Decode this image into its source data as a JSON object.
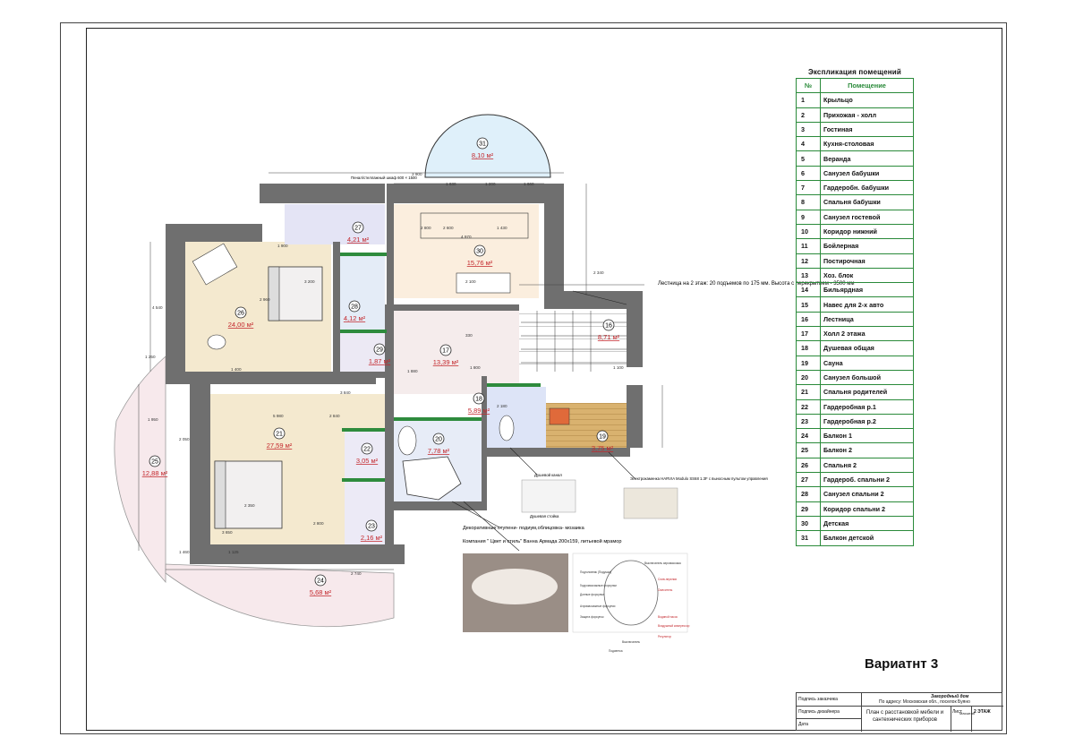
{
  "legend": {
    "title": "Экспликация помещений",
    "header_num": "№",
    "header_room": "Помещение",
    "rooms": [
      {
        "num": "1",
        "name": "Крыльцо"
      },
      {
        "num": "2",
        "name": "Прихожая - холл"
      },
      {
        "num": "3",
        "name": "Гостиная"
      },
      {
        "num": "4",
        "name": "Кухня-столовая"
      },
      {
        "num": "5",
        "name": "Веранда"
      },
      {
        "num": "6",
        "name": "Санузел бабушки"
      },
      {
        "num": "7",
        "name": "Гардеробн. бабушки"
      },
      {
        "num": "8",
        "name": "Спальня бабушки"
      },
      {
        "num": "9",
        "name": "Санузел гостевой"
      },
      {
        "num": "10",
        "name": "Коридор нижний"
      },
      {
        "num": "11",
        "name": "Бойлерная"
      },
      {
        "num": "12",
        "name": "Постирочная"
      },
      {
        "num": "13",
        "name": "Хоз. блок"
      },
      {
        "num": "14",
        "name": "Бильярдная"
      },
      {
        "num": "15",
        "name": "Навес для 2-х авто"
      },
      {
        "num": "16",
        "name": "Лестница"
      },
      {
        "num": "17",
        "name": "Холл 2 этажа"
      },
      {
        "num": "18",
        "name": "Душевая общая"
      },
      {
        "num": "19",
        "name": "Сауна"
      },
      {
        "num": "20",
        "name": "Санузел большой"
      },
      {
        "num": "21",
        "name": "Спальня  родителей"
      },
      {
        "num": "22",
        "name": "Гардеробная  р.1"
      },
      {
        "num": "23",
        "name": "Гардеробная  р.2"
      },
      {
        "num": "24",
        "name": "Балкон 1"
      },
      {
        "num": "25",
        "name": "Балкон 2"
      },
      {
        "num": "26",
        "name": "Спальня  2"
      },
      {
        "num": "27",
        "name": "Гардероб. спальни 2"
      },
      {
        "num": "28",
        "name": "Санузел спальни 2"
      },
      {
        "num": "29",
        "name": "Коридор спальни 2"
      },
      {
        "num": "30",
        "name": "Детская"
      },
      {
        "num": "31",
        "name": "Балкон детской"
      }
    ]
  },
  "variant_label": "Вариатнт 3",
  "plan": {
    "rooms": [
      {
        "num": "31",
        "area": "8,10 м²"
      },
      {
        "num": "30",
        "area": "15,76 м²"
      },
      {
        "num": "27",
        "area": "4,21 м²"
      },
      {
        "num": "28",
        "area": "4,12 м²"
      },
      {
        "num": "26",
        "area": "24,00 м²"
      },
      {
        "num": "29",
        "area": "1,87 м²"
      },
      {
        "num": "17",
        "area": "13,39 м²"
      },
      {
        "num": "16",
        "area": "8,71 м²"
      },
      {
        "num": "18",
        "area": "5,89 м²"
      },
      {
        "num": "19",
        "area": "3,75 м²"
      },
      {
        "num": "20",
        "area": "7,78 м²"
      },
      {
        "num": "21",
        "area": "27,59 м²"
      },
      {
        "num": "22",
        "area": "3,05 м²"
      },
      {
        "num": "23",
        "area": "2,16 м²"
      },
      {
        "num": "25",
        "area": "12,88 м²"
      },
      {
        "num": "24",
        "area": "5,68 м²"
      }
    ],
    "stair_note": "Лестница на 2 этаж: 20 подъемов по 175 мм. Высота с перекрытием - 3500 мм",
    "steps_note": "Декоративные ступени- подиум,облицовка- мозаика",
    "bath_note": "Компания \" Цвет и стиль\" Ванна  Армада 200х159, литьевой мрамор",
    "sauna_note": "Электрокаменка HARVIA Modulo SS68 1.3F с выносным пультом управления",
    "shower_note": "Душевой канал",
    "shower_rack": "Душевая стойка",
    "tall_cabinet": "Пенал/стеллажный шкаф 600 × 1500",
    "bath_labels": [
      "Подголовник (Подушка)",
      "Выключатель аэромассажа",
      "Гидромассажные форсунки",
      "Донные форсунки",
      "Аэромассажные форсунки",
      "Защита форсунок",
      "Слив-перелив",
      "Смеситель",
      "Водяной насос",
      "Воздушный компрессор",
      "Регулятор",
      "Выключатель",
      "Подсветка"
    ],
    "dims": [
      "3 900",
      "1 630",
      "1 200",
      "1 660",
      "2 800",
      "1 430",
      "4 970",
      "2 600",
      "2 100",
      "2 340",
      "1 900",
      "3 200",
      "2 350",
      "2 840",
      "5 980",
      "2 800",
      "1 400",
      "1 250",
      "4 540",
      "330",
      "1 880",
      "1 800",
      "2 180",
      "1 100",
      "3 840",
      "2 740",
      "1 460",
      "1 125",
      "2 050",
      "1 950",
      "2 960",
      "3 650"
    ]
  },
  "stamp": {
    "project": "Загородный дом",
    "address": "По адресу: Московская обл., поселок Буяно",
    "sheet_title": "План с расстановкой мебели и сантехнических приборов",
    "label_approved": "Подпись заказчика",
    "label_signature": "Подпись дизайнера",
    "label_date": "Дата",
    "label_sheet": "Лист",
    "label_scale": "Масштаб",
    "floor": "2 ЭТАЖ"
  }
}
